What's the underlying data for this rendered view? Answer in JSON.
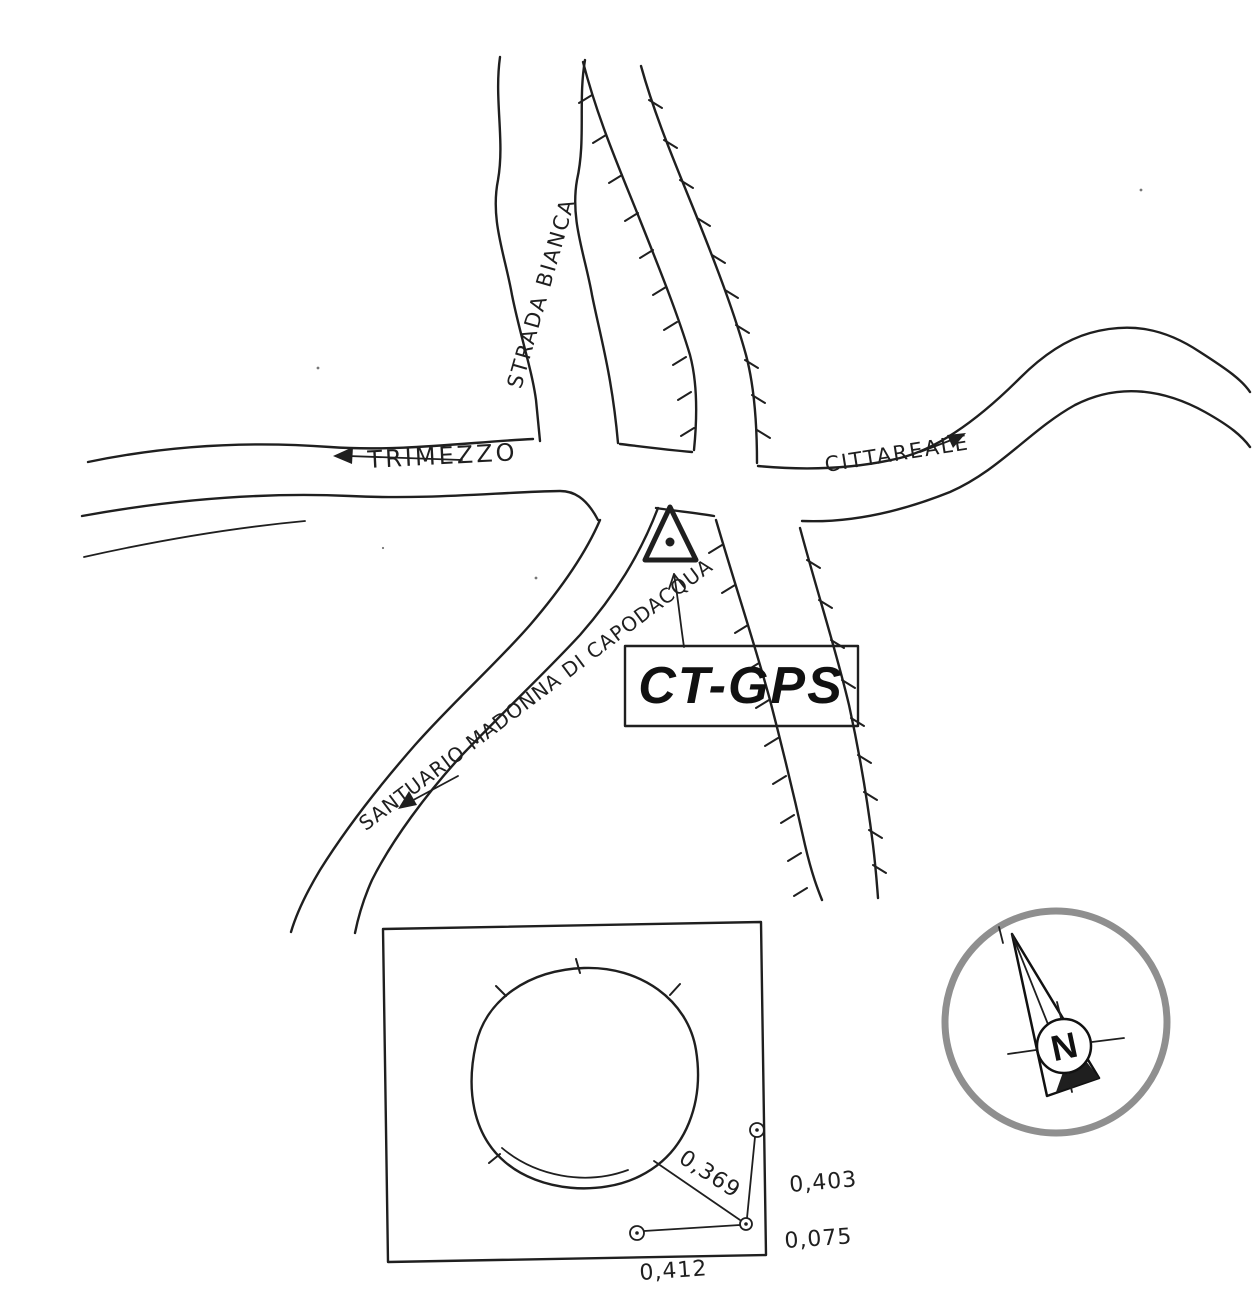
{
  "colors": {
    "ink": "#1f1f1f",
    "paper": "#ffffff",
    "compass_ring": "#8f8f8f"
  },
  "map": {
    "road_labels": {
      "west": "TRIMEZZO",
      "east": "CITTAREALE",
      "north": "STRADA BIANCA",
      "southwest": "SANTUARIO MADONNA DI CAPODACQUA"
    },
    "station_label": "CT-GPS"
  },
  "inset": {
    "measurements": {
      "diagonal": "0,369",
      "vertical": "0,403",
      "corner": "0,075",
      "horizontal": "0,412"
    }
  },
  "compass": {
    "north_letter": "N"
  }
}
